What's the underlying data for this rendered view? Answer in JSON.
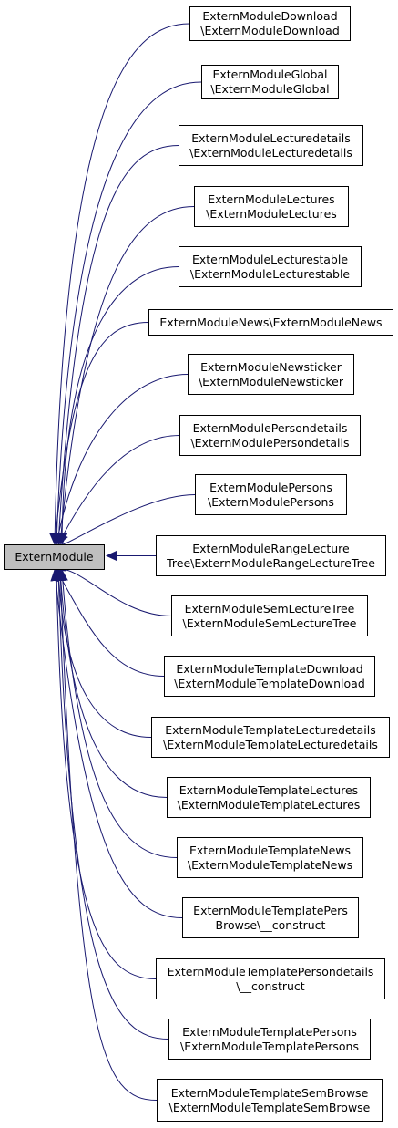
{
  "diagram": {
    "root": {
      "label": "ExternModule"
    },
    "edge_color": "#191970",
    "nodes": [
      {
        "lines": [
          "ExternModuleDownload",
          "\\ExternModuleDownload"
        ]
      },
      {
        "lines": [
          "ExternModuleGlobal",
          "\\ExternModuleGlobal"
        ]
      },
      {
        "lines": [
          "ExternModuleLecturedetails",
          "\\ExternModuleLecturedetails"
        ]
      },
      {
        "lines": [
          "ExternModuleLectures",
          "\\ExternModuleLectures"
        ]
      },
      {
        "lines": [
          "ExternModuleLecturestable",
          "\\ExternModuleLecturestable"
        ]
      },
      {
        "lines": [
          "ExternModuleNews\\ExternModuleNews"
        ]
      },
      {
        "lines": [
          "ExternModuleNewsticker",
          "\\ExternModuleNewsticker"
        ]
      },
      {
        "lines": [
          "ExternModulePersondetails",
          "\\ExternModulePersondetails"
        ]
      },
      {
        "lines": [
          "ExternModulePersons",
          "\\ExternModulePersons"
        ]
      },
      {
        "lines": [
          "ExternModuleRangeLecture",
          "Tree\\ExternModuleRangeLectureTree"
        ]
      },
      {
        "lines": [
          "ExternModuleSemLectureTree",
          "\\ExternModuleSemLectureTree"
        ]
      },
      {
        "lines": [
          "ExternModuleTemplateDownload",
          "\\ExternModuleTemplateDownload"
        ]
      },
      {
        "lines": [
          "ExternModuleTemplateLecturedetails",
          "\\ExternModuleTemplateLecturedetails"
        ]
      },
      {
        "lines": [
          "ExternModuleTemplateLectures",
          "\\ExternModuleTemplateLectures"
        ]
      },
      {
        "lines": [
          "ExternModuleTemplateNews",
          "\\ExternModuleTemplateNews"
        ]
      },
      {
        "lines": [
          "ExternModuleTemplatePers",
          "Browse\\__construct"
        ]
      },
      {
        "lines": [
          "ExternModuleTemplatePersondetails",
          "\\__construct"
        ]
      },
      {
        "lines": [
          "ExternModuleTemplatePersons",
          "\\ExternModuleTemplatePersons"
        ]
      },
      {
        "lines": [
          "ExternModuleTemplateSemBrowse",
          "\\ExternModuleTemplateSemBrowse"
        ]
      }
    ]
  }
}
